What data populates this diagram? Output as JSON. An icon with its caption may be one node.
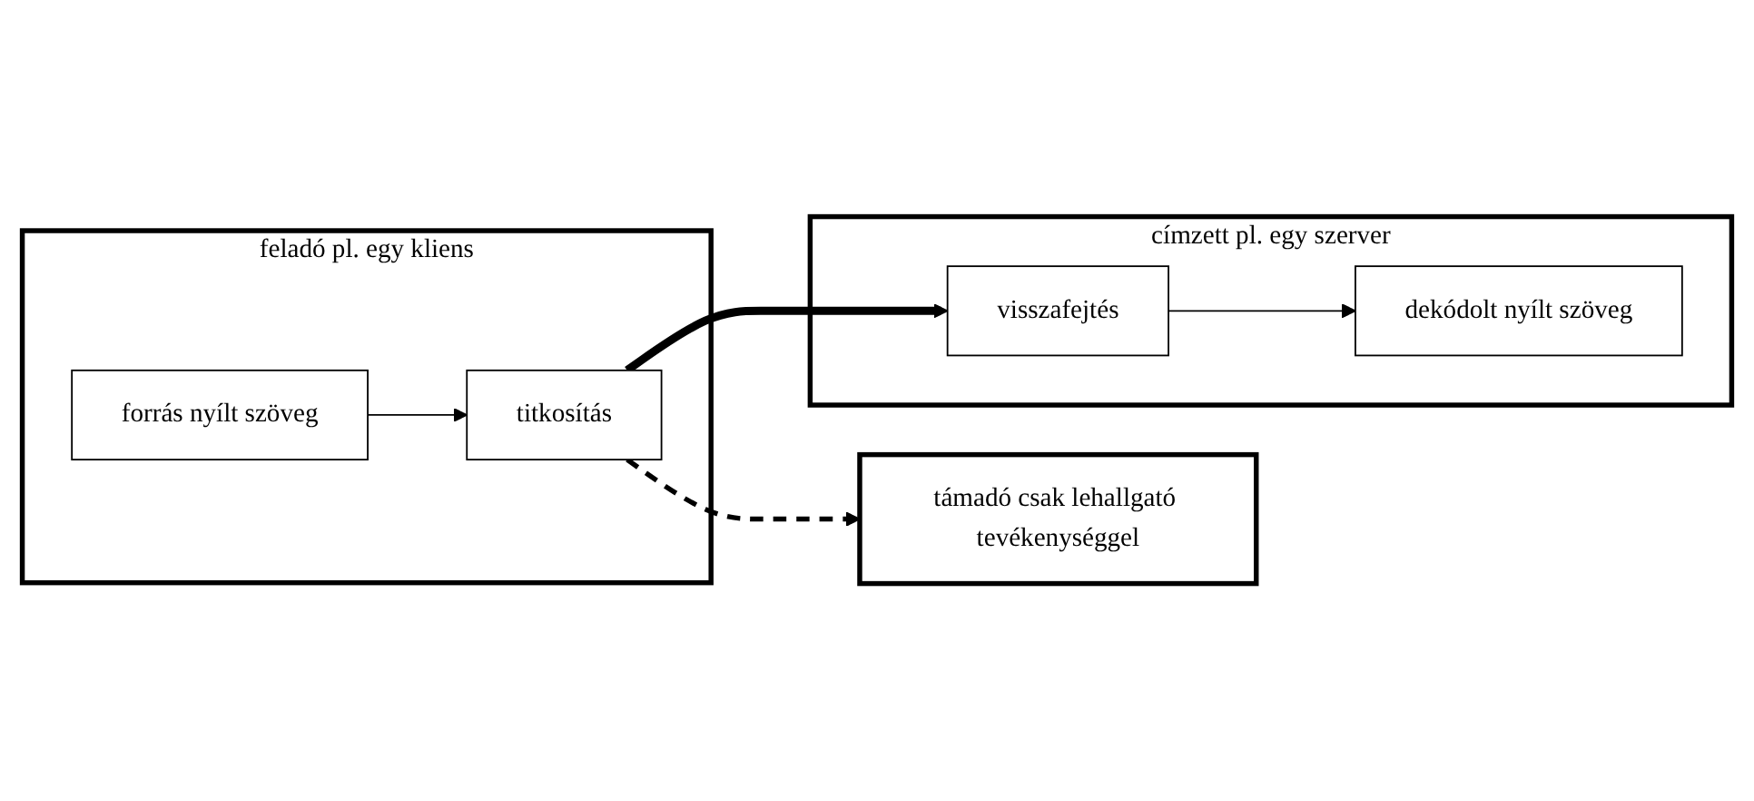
{
  "diagram": {
    "nodes": [
      {
        "text": [
          "feladó pl. egy kliens"
        ]
      },
      {
        "text": [
          "titkosítás"
        ],
        "in": 0
      },
      {
        "text": [
          "forrás nyílt szöveg"
        ],
        "in": 0
      },
      {
        "text": [
          "támadó csak lehallgató tevékenységgel"
        ]
      },
      {
        "text": [
          "címzett pl. egy szerver"
        ]
      },
      {
        "text": [
          "visszafejtés"
        ],
        "in": 4
      },
      {
        "text": [
          "dekódolt nyílt szöveg"
        ],
        "in": 4
      }
    ],
    "edges": [
      {
        "from": 2,
        "to": 1,
        "arrow": "to"
      },
      {
        "from": 1,
        "to": 5,
        "arrow": "to",
        "style": "thick"
      },
      {
        "from": 1,
        "to": 3,
        "arrow": "to",
        "style": "dashed"
      },
      {
        "from": 5,
        "to": 6,
        "arrow": "to"
      }
    ]
  }
}
